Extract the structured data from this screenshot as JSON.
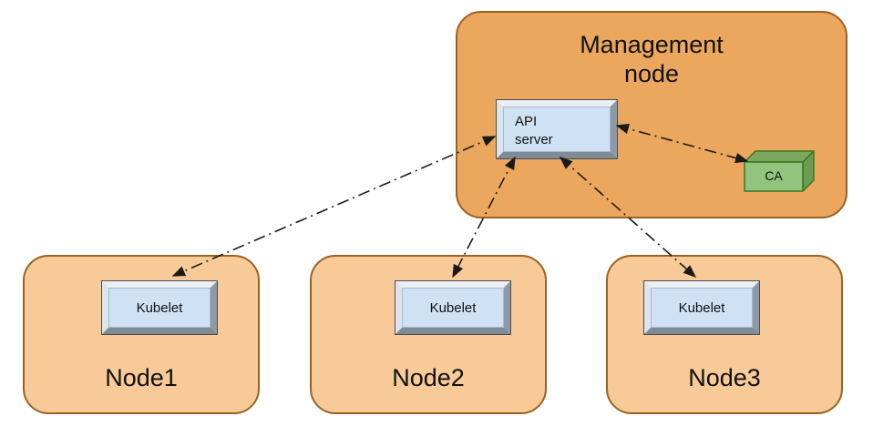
{
  "management": {
    "title_line1": "Management",
    "title_line2": "node",
    "api_line1": "API",
    "api_line2": "server",
    "ca_label": "CA"
  },
  "nodes": [
    {
      "name": "Node1",
      "component": "Kubelet"
    },
    {
      "name": "Node2",
      "component": "Kubelet"
    },
    {
      "name": "Node3",
      "component": "Kubelet"
    }
  ],
  "colors": {
    "management_fill": "#eca75f",
    "node_fill": "#f8ca98",
    "group_border": "#9a6222",
    "component_face": "#cfe2f3",
    "ca_front": "#93c47d",
    "ca_top": "#7aa85e",
    "ca_side": "#6d9b53",
    "ca_border": "#38761d",
    "arrow": "#1a1a1a"
  }
}
